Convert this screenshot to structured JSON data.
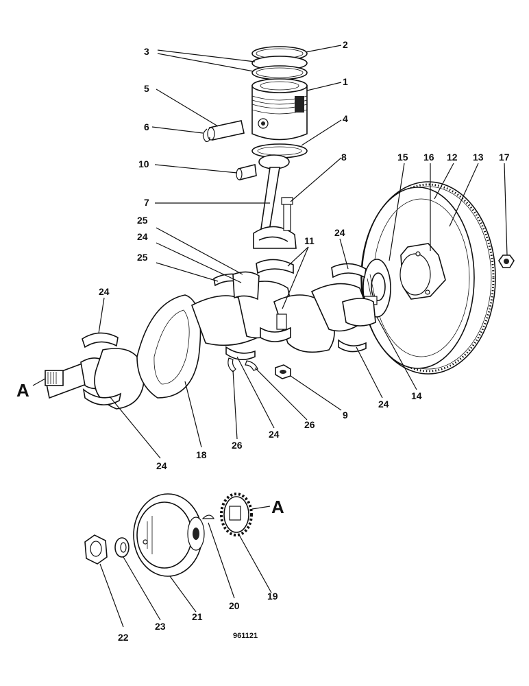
{
  "callouts": {
    "n1": "1",
    "n2": "2",
    "n3": "3",
    "n4": "4",
    "n5": "5",
    "n6": "6",
    "n7": "7",
    "n8": "8",
    "n9": "9",
    "n10": "10",
    "n11": "11",
    "n12": "12",
    "n13": "13",
    "n14": "14",
    "n15": "15",
    "n16": "16",
    "n17": "17",
    "n18": "18",
    "n19": "19",
    "n20": "20",
    "n21": "21",
    "n22": "22",
    "n23": "23",
    "n24": "24",
    "n25": "25",
    "n26": "26"
  },
  "section_marker": "A",
  "drawing_code": "961121"
}
